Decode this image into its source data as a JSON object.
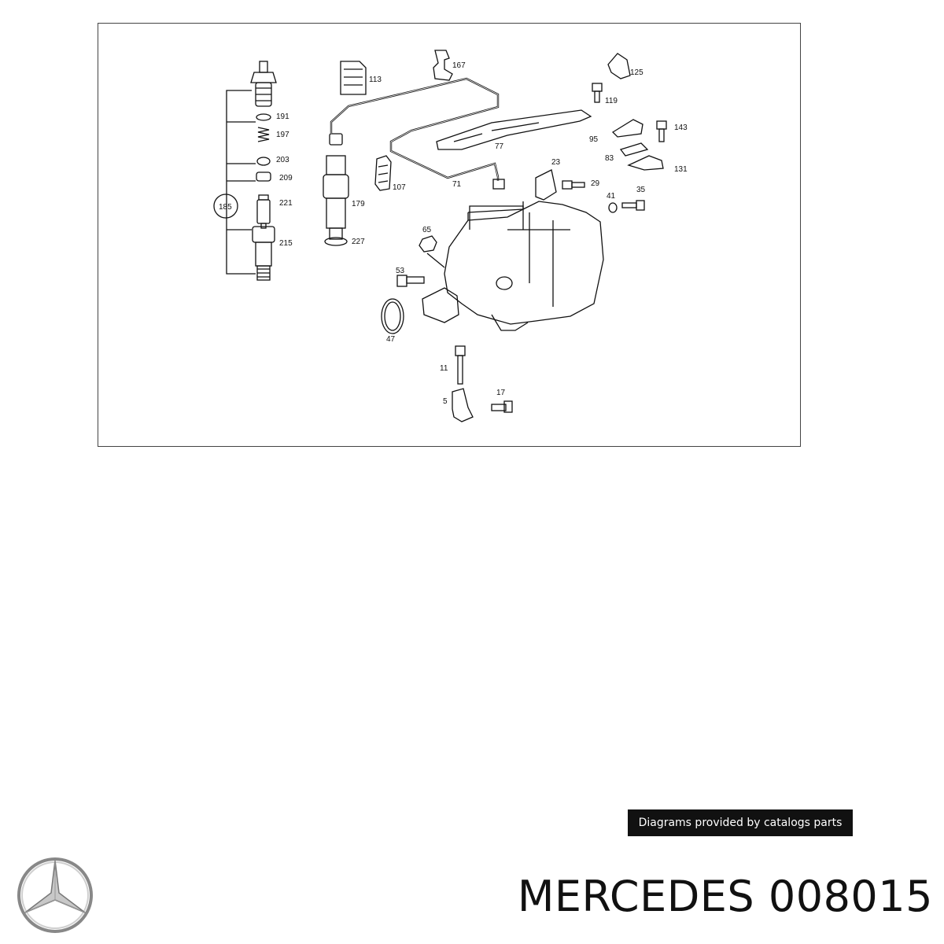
{
  "diagram": {
    "part_labels": [
      "113",
      "167",
      "125",
      "119",
      "191",
      "197",
      "203",
      "209",
      "221",
      "215",
      "185",
      "179",
      "227",
      "107",
      "71",
      "77",
      "95",
      "143",
      "83",
      "131",
      "23",
      "29",
      "41",
      "35",
      "65",
      "53",
      "47",
      "11",
      "5",
      "17"
    ]
  },
  "attribution": {
    "text": "Diagrams provided by catalogs parts"
  },
  "product": {
    "title": "MERCEDES 008015"
  },
  "logo": {
    "icon": "mercedes-star-icon"
  }
}
